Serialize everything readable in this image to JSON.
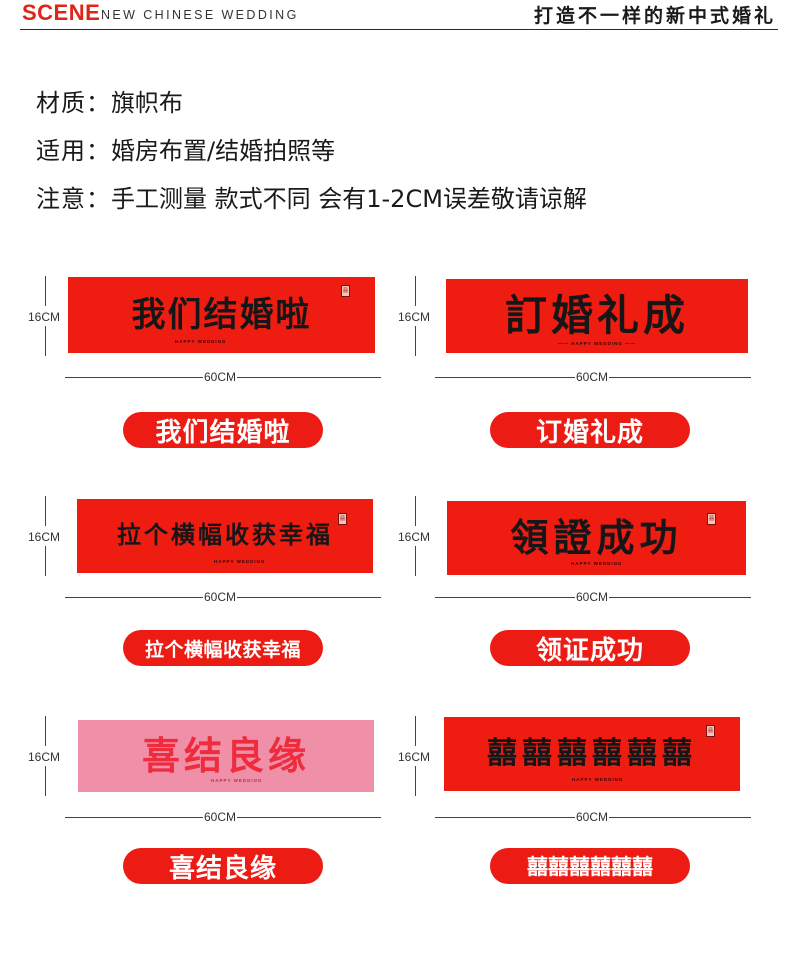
{
  "header": {
    "brand": "SCENE",
    "brand_sub": "NEW CHINESE WEDDING",
    "slogan": "打造不一样的新中式婚礼"
  },
  "specs": [
    {
      "key": "材质：",
      "value": "旗帜布"
    },
    {
      "key": "适用：",
      "value": "婚房布置/结婚拍照等"
    },
    {
      "key": "注意：",
      "value": "手工测量 款式不同 会有1-2CM误差敬请谅解"
    }
  ],
  "dimensions": {
    "height": "16CM",
    "width": "60CM"
  },
  "products": [
    {
      "banner_text": "我们结婚啦",
      "tagline": "HAPPY WEDDING",
      "label": "我们结婚啦",
      "seal": "囍",
      "color": "#ef1c12"
    },
    {
      "banner_text": "訂婚礼成",
      "tagline": "—— HAPPY WEDDING ——",
      "label": "订婚礼成",
      "seal": "",
      "color": "#ef1c12"
    },
    {
      "banner_text": "拉个横幅收获幸福",
      "tagline": "HAPPY WEDDING",
      "label": "拉个横幅收获幸福",
      "seal": "囍",
      "color": "#ef1c12"
    },
    {
      "banner_text": "領證成功",
      "tagline": "HAPPY WEDDING",
      "label": "领证成功",
      "seal": "囍",
      "color": "#ef1c12"
    },
    {
      "banner_text": "喜结良缘",
      "tagline": "HAPPY WEDDING",
      "label": "喜结良缘",
      "seal": "",
      "color": "#f090a8"
    },
    {
      "banner_text": "囍囍囍囍囍囍",
      "tagline": "HAPPY WEDDING",
      "label": "囍囍囍囍囍囍",
      "seal": "囍",
      "color": "#ef1c12"
    }
  ]
}
